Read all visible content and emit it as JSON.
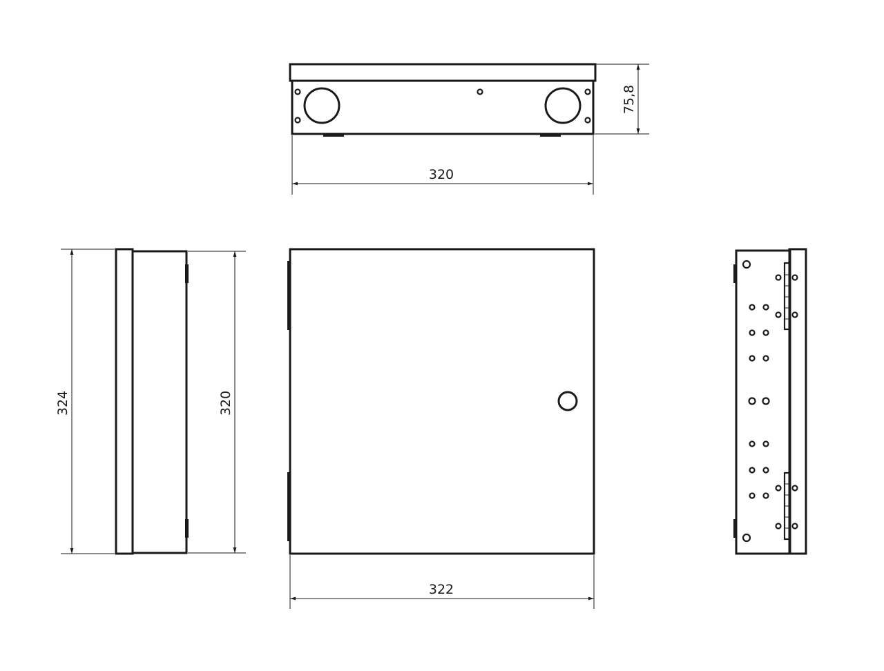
{
  "dimensions": {
    "top_width": "320",
    "top_height": "75,8",
    "side_outer_height": "324",
    "side_inner_height": "320",
    "front_width": "322"
  },
  "colors": {
    "line": "#1a1a1a",
    "background": "#ffffff"
  }
}
